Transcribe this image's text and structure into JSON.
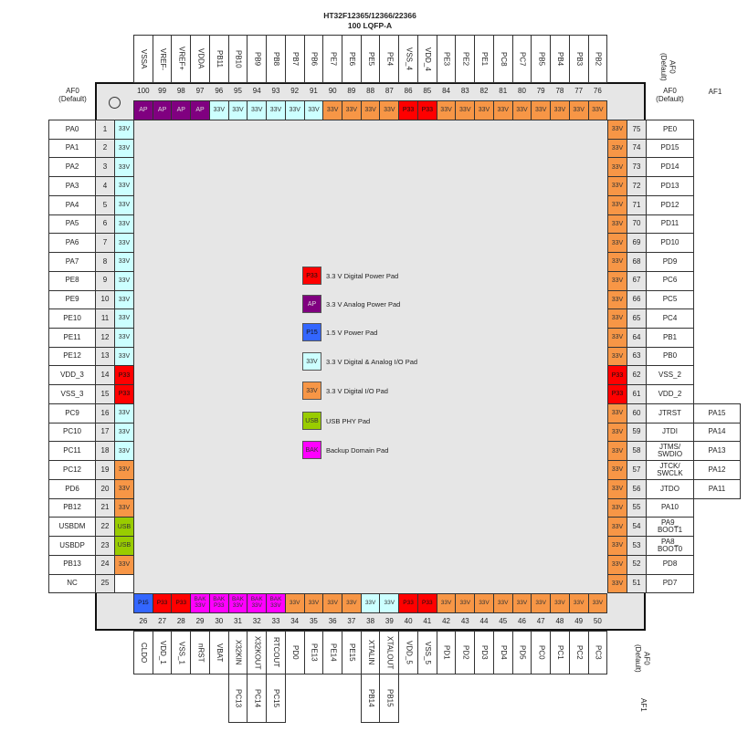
{
  "title": "HT32F12365/12366/22366",
  "package": "100 LQFP-A",
  "headers": {
    "af0_default": "AF0\n(Default)",
    "af0_default_inline": "AF0 (Default)",
    "af1": "AF1"
  },
  "pad_colors": {
    "P33": "#ff0000",
    "AP": "#800080",
    "P15": "#3366ff",
    "A": "#ccffff",
    "D": "#f79646",
    "USB": "#99cc00",
    "BAK": "#ff00ff",
    "NONE": "#ffffff"
  },
  "legend": [
    {
      "type": "P33",
      "pad": "P33",
      "text": "3.3 V Digital Power Pad"
    },
    {
      "type": "AP",
      "pad": "AP",
      "text": "3.3 V Analog Power Pad"
    },
    {
      "type": "P15",
      "pad": "P15",
      "text": "1.5 V Power Pad"
    },
    {
      "type": "A",
      "pad": "33V",
      "text": "3.3 V Digital & Analog I/O Pad"
    },
    {
      "type": "D",
      "pad": "33V",
      "text": "3.3 V Digital I/O Pad"
    },
    {
      "type": "USB",
      "pad": "USB",
      "text": "USB PHY Pad"
    },
    {
      "type": "BAK",
      "pad": "BAK",
      "text": "Backup Domain Pad"
    }
  ],
  "pins": {
    "left": [
      {
        "num": "1",
        "name": "PA0",
        "type": "A",
        "pad": "33V"
      },
      {
        "num": "2",
        "name": "PA1",
        "type": "A",
        "pad": "33V"
      },
      {
        "num": "3",
        "name": "PA2",
        "type": "A",
        "pad": "33V"
      },
      {
        "num": "4",
        "name": "PA3",
        "type": "A",
        "pad": "33V"
      },
      {
        "num": "5",
        "name": "PA4",
        "type": "A",
        "pad": "33V"
      },
      {
        "num": "6",
        "name": "PA5",
        "type": "A",
        "pad": "33V"
      },
      {
        "num": "7",
        "name": "PA6",
        "type": "A",
        "pad": "33V"
      },
      {
        "num": "8",
        "name": "PA7",
        "type": "A",
        "pad": "33V"
      },
      {
        "num": "9",
        "name": "PE8",
        "type": "A",
        "pad": "33V"
      },
      {
        "num": "10",
        "name": "PE9",
        "type": "A",
        "pad": "33V"
      },
      {
        "num": "11",
        "name": "PE10",
        "type": "A",
        "pad": "33V"
      },
      {
        "num": "12",
        "name": "PE11",
        "type": "A",
        "pad": "33V"
      },
      {
        "num": "13",
        "name": "PE12",
        "type": "A",
        "pad": "33V"
      },
      {
        "num": "14",
        "name": "VDD_3",
        "type": "P33",
        "pad": "P33"
      },
      {
        "num": "15",
        "name": "VSS_3",
        "type": "P33",
        "pad": "P33"
      },
      {
        "num": "16",
        "name": "PC9",
        "type": "A",
        "pad": "33V"
      },
      {
        "num": "17",
        "name": "PC10",
        "type": "A",
        "pad": "33V"
      },
      {
        "num": "18",
        "name": "PC11",
        "type": "A",
        "pad": "33V"
      },
      {
        "num": "19",
        "name": "PC12",
        "type": "D",
        "pad": "33V"
      },
      {
        "num": "20",
        "name": "PD6",
        "type": "D",
        "pad": "33V"
      },
      {
        "num": "21",
        "name": "PB12",
        "type": "D",
        "pad": "33V"
      },
      {
        "num": "22",
        "name": "USBDM",
        "type": "USB",
        "pad": "USB"
      },
      {
        "num": "23",
        "name": "USBDP",
        "type": "USB",
        "pad": "USB"
      },
      {
        "num": "24",
        "name": "PB13",
        "type": "D",
        "pad": "33V"
      },
      {
        "num": "25",
        "name": "NC",
        "type": "NONE",
        "pad": ""
      }
    ],
    "bottom": [
      {
        "num": "26",
        "name": "CLDO",
        "type": "P15",
        "pad": "P15"
      },
      {
        "num": "27",
        "name": "VDD_1",
        "type": "P33",
        "pad": "P33"
      },
      {
        "num": "28",
        "name": "VSS_1",
        "type": "P33",
        "pad": "P33"
      },
      {
        "num": "29",
        "name": "nRST",
        "type": "BAK",
        "pad": "BAK\n33V"
      },
      {
        "num": "30",
        "name": "VBAT",
        "type": "BAK",
        "pad": "BAK\nP33"
      },
      {
        "num": "31",
        "name": "X32KIN",
        "type": "BAK",
        "pad": "BAK\n33V",
        "af1": "PC13"
      },
      {
        "num": "32",
        "name": "X32KOUT",
        "type": "BAK",
        "pad": "BAK\n33V",
        "af1": "PC14"
      },
      {
        "num": "33",
        "name": "RTCOUT",
        "type": "BAK",
        "pad": "BAK\n33V",
        "af1": "PC15"
      },
      {
        "num": "34",
        "name": "PD0",
        "type": "D",
        "pad": "33V"
      },
      {
        "num": "35",
        "name": "PE13",
        "type": "D",
        "pad": "33V"
      },
      {
        "num": "36",
        "name": "PE14",
        "type": "D",
        "pad": "33V"
      },
      {
        "num": "37",
        "name": "PE15",
        "type": "D",
        "pad": "33V"
      },
      {
        "num": "38",
        "name": "XTALIN",
        "type": "A",
        "pad": "33V",
        "af1": "PB14"
      },
      {
        "num": "39",
        "name": "XTALOUT",
        "type": "A",
        "pad": "33V",
        "af1": "PB15"
      },
      {
        "num": "40",
        "name": "VDD_5",
        "type": "P33",
        "pad": "P33"
      },
      {
        "num": "41",
        "name": "VSS_5",
        "type": "P33",
        "pad": "P33"
      },
      {
        "num": "42",
        "name": "PD1",
        "type": "D",
        "pad": "33V"
      },
      {
        "num": "43",
        "name": "PD2",
        "type": "D",
        "pad": "33V"
      },
      {
        "num": "44",
        "name": "PD3",
        "type": "D",
        "pad": "33V"
      },
      {
        "num": "45",
        "name": "PD4",
        "type": "D",
        "pad": "33V"
      },
      {
        "num": "46",
        "name": "PD5",
        "type": "D",
        "pad": "33V"
      },
      {
        "num": "47",
        "name": "PC0",
        "type": "D",
        "pad": "33V"
      },
      {
        "num": "48",
        "name": "PC1",
        "type": "D",
        "pad": "33V"
      },
      {
        "num": "49",
        "name": "PC2",
        "type": "D",
        "pad": "33V"
      },
      {
        "num": "50",
        "name": "PC3",
        "type": "D",
        "pad": "33V"
      }
    ],
    "right": [
      {
        "num": "75",
        "name": "PE0",
        "type": "D",
        "pad": "33V"
      },
      {
        "num": "74",
        "name": "PD15",
        "type": "D",
        "pad": "33V"
      },
      {
        "num": "73",
        "name": "PD14",
        "type": "D",
        "pad": "33V"
      },
      {
        "num": "72",
        "name": "PD13",
        "type": "D",
        "pad": "33V"
      },
      {
        "num": "71",
        "name": "PD12",
        "type": "D",
        "pad": "33V"
      },
      {
        "num": "70",
        "name": "PD11",
        "type": "D",
        "pad": "33V"
      },
      {
        "num": "69",
        "name": "PD10",
        "type": "D",
        "pad": "33V"
      },
      {
        "num": "68",
        "name": "PD9",
        "type": "D",
        "pad": "33V"
      },
      {
        "num": "67",
        "name": "PC6",
        "type": "D",
        "pad": "33V"
      },
      {
        "num": "66",
        "name": "PC5",
        "type": "D",
        "pad": "33V"
      },
      {
        "num": "65",
        "name": "PC4",
        "type": "D",
        "pad": "33V"
      },
      {
        "num": "64",
        "name": "PB1",
        "type": "D",
        "pad": "33V"
      },
      {
        "num": "63",
        "name": "PB0",
        "type": "D",
        "pad": "33V"
      },
      {
        "num": "62",
        "name": "VSS_2",
        "type": "P33",
        "pad": "P33"
      },
      {
        "num": "61",
        "name": "VDD_2",
        "type": "P33",
        "pad": "P33"
      },
      {
        "num": "60",
        "name": "JTRST",
        "type": "D",
        "pad": "33V",
        "af1": "PA15"
      },
      {
        "num": "59",
        "name": "JTDI",
        "type": "D",
        "pad": "33V",
        "af1": "PA14"
      },
      {
        "num": "58",
        "name": "JTMS/\nSWDIO",
        "type": "D",
        "pad": "33V",
        "af1": "PA13"
      },
      {
        "num": "57",
        "name": "JTCK/\nSWCLK",
        "type": "D",
        "pad": "33V",
        "af1": "PA12"
      },
      {
        "num": "56",
        "name": "JTDO",
        "type": "D",
        "pad": "33V",
        "af1": "PA11"
      },
      {
        "num": "55",
        "name": "PA10",
        "type": "D",
        "pad": "33V"
      },
      {
        "num": "54",
        "name": "PA9_\nBOOT1",
        "type": "D",
        "pad": "33V"
      },
      {
        "num": "53",
        "name": "PA8_\nBOOT0",
        "type": "D",
        "pad": "33V"
      },
      {
        "num": "52",
        "name": "PD8",
        "type": "D",
        "pad": "33V"
      },
      {
        "num": "51",
        "name": "PD7",
        "type": "D",
        "pad": "33V"
      }
    ],
    "top": [
      {
        "num": "100",
        "name": "VSSA",
        "type": "AP",
        "pad": "AP"
      },
      {
        "num": "99",
        "name": "VREF-",
        "type": "AP",
        "pad": "AP"
      },
      {
        "num": "98",
        "name": "VREF+",
        "type": "AP",
        "pad": "AP"
      },
      {
        "num": "97",
        "name": "VDDA",
        "type": "AP",
        "pad": "AP"
      },
      {
        "num": "96",
        "name": "PB11",
        "type": "A",
        "pad": "33V"
      },
      {
        "num": "95",
        "name": "PB10",
        "type": "A",
        "pad": "33V"
      },
      {
        "num": "94",
        "name": "PB9",
        "type": "A",
        "pad": "33V"
      },
      {
        "num": "93",
        "name": "PB8",
        "type": "A",
        "pad": "33V"
      },
      {
        "num": "92",
        "name": "PB7",
        "type": "A",
        "pad": "33V"
      },
      {
        "num": "91",
        "name": "PB6",
        "type": "A",
        "pad": "33V"
      },
      {
        "num": "90",
        "name": "PE7",
        "type": "D",
        "pad": "33V"
      },
      {
        "num": "89",
        "name": "PE6",
        "type": "D",
        "pad": "33V"
      },
      {
        "num": "88",
        "name": "PE5",
        "type": "D",
        "pad": "33V"
      },
      {
        "num": "87",
        "name": "PE4",
        "type": "D",
        "pad": "33V"
      },
      {
        "num": "86",
        "name": "VSS_4",
        "type": "P33",
        "pad": "P33"
      },
      {
        "num": "85",
        "name": "VDD_4",
        "type": "P33",
        "pad": "P33"
      },
      {
        "num": "84",
        "name": "PE3",
        "type": "D",
        "pad": "33V"
      },
      {
        "num": "83",
        "name": "PE2",
        "type": "D",
        "pad": "33V"
      },
      {
        "num": "82",
        "name": "PE1",
        "type": "D",
        "pad": "33V"
      },
      {
        "num": "81",
        "name": "PC8",
        "type": "D",
        "pad": "33V"
      },
      {
        "num": "80",
        "name": "PC7",
        "type": "D",
        "pad": "33V"
      },
      {
        "num": "79",
        "name": "PB5",
        "type": "D",
        "pad": "33V"
      },
      {
        "num": "78",
        "name": "PB4",
        "type": "D",
        "pad": "33V"
      },
      {
        "num": "77",
        "name": "PB3",
        "type": "D",
        "pad": "33V"
      },
      {
        "num": "76",
        "name": "PB2",
        "type": "D",
        "pad": "33V"
      }
    ]
  }
}
